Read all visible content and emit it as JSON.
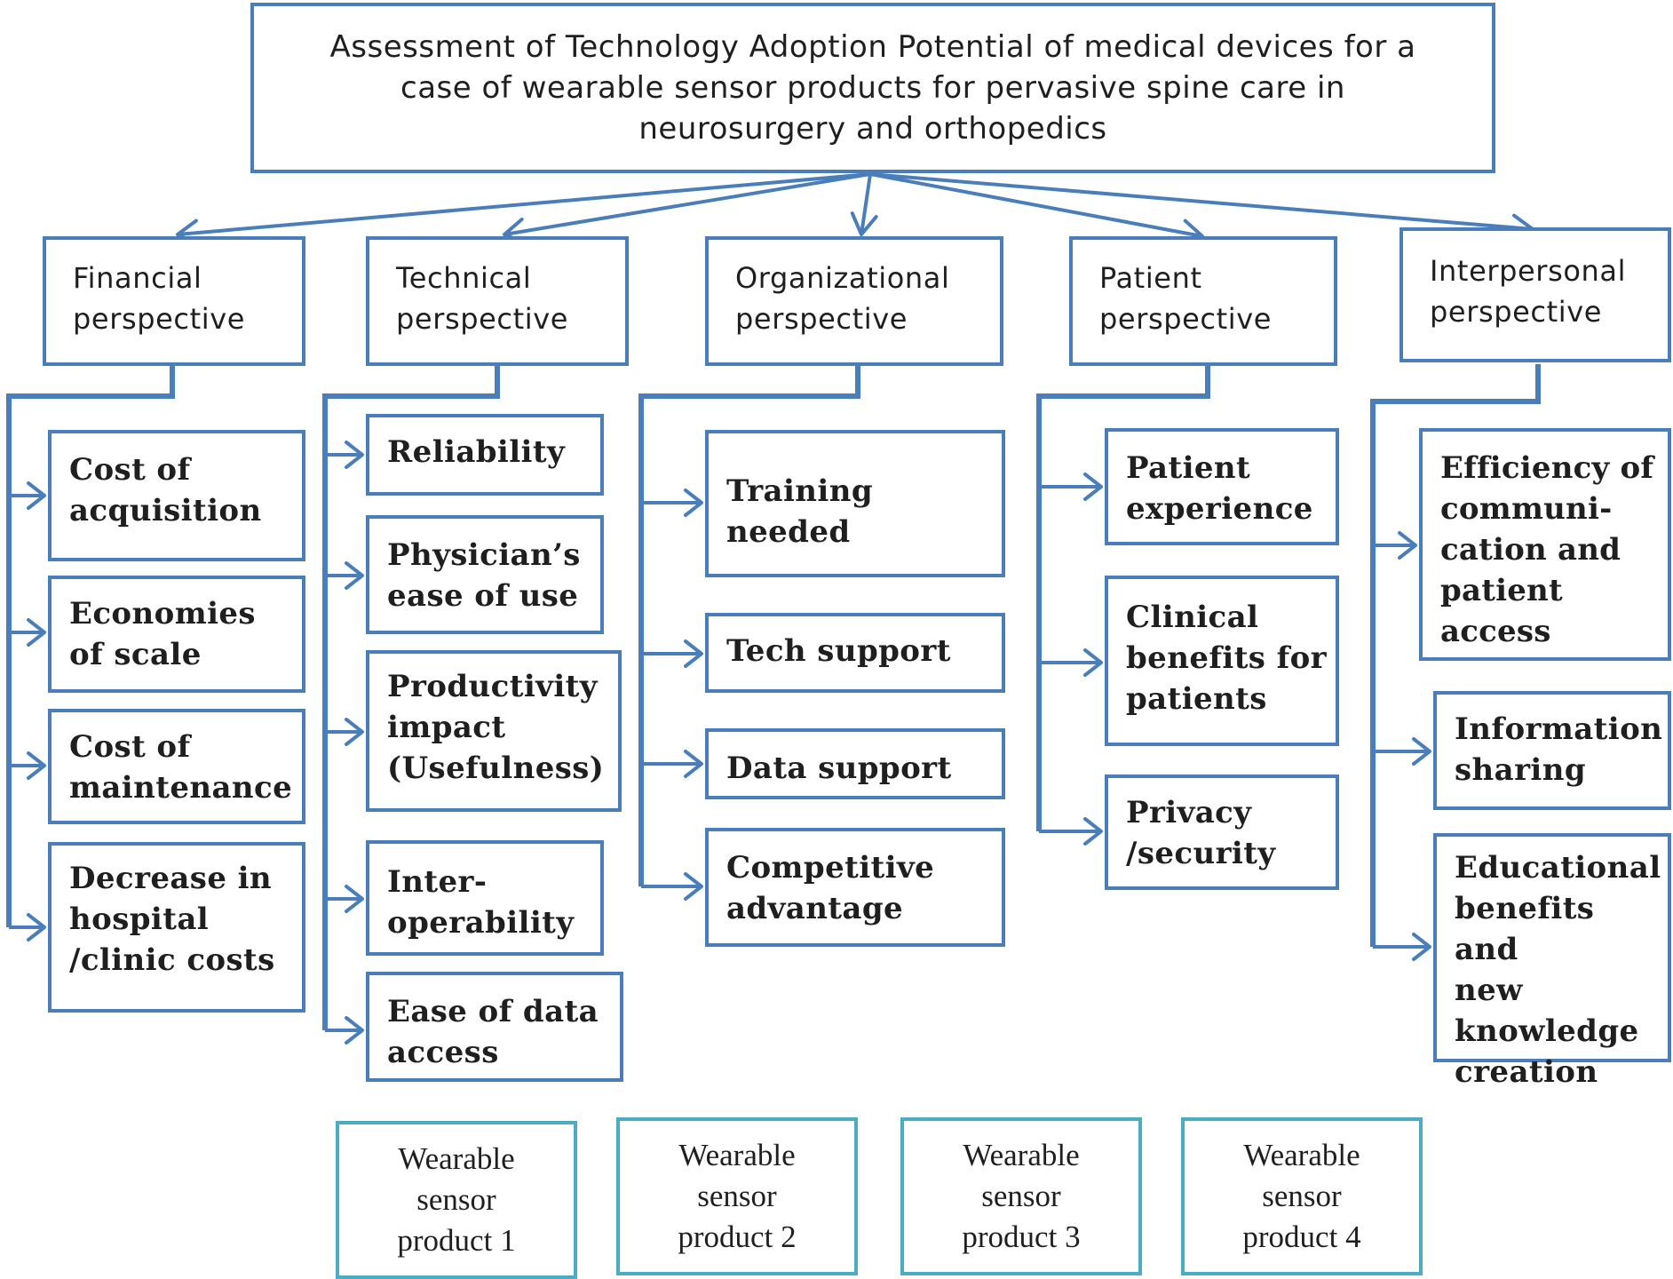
{
  "title": "Assessment of Technology Adoption Potential of medical devices for a\ncase of wearable sensor products for pervasive spine care in\nneurosurgery and orthopedics",
  "perspectives": [
    {
      "label": "Financial\nperspective",
      "criteria": [
        "Cost of\nacquisition",
        "Economies\nof scale",
        "Cost of\nmaintenance",
        "Decrease in\nhospital\n/clinic costs"
      ]
    },
    {
      "label": "Technical\nperspective",
      "criteria": [
        "Reliability",
        "Physician’s\nease of use",
        "Productivity\nimpact\n(Usefulness)",
        "Inter-\noperability",
        "Ease of data\naccess"
      ]
    },
    {
      "label": "Organizational\nperspective",
      "criteria": [
        "Training needed",
        "Tech support",
        "Data support",
        "Competitive\nadvantage"
      ]
    },
    {
      "label": "Patient\nperspective",
      "criteria": [
        "Patient\nexperience",
        "Clinical\nbenefits for\npatients",
        "Privacy\n/security"
      ]
    },
    {
      "label": "Interpersonal\nperspective",
      "criteria": [
        "Efficiency of\ncommuni-\ncation and\npatient\naccess",
        "Information\nsharing",
        "Educational\nbenefits and\nnew\nknowledge\ncreation"
      ]
    }
  ],
  "products": [
    "Wearable\nsensor\nproduct 1",
    "Wearable\nsensor\nproduct 2",
    "Wearable\nsensor\nproduct 3",
    "Wearable\nsensor\nproduct 4"
  ],
  "colors": {
    "box_border": "#4a7ebb",
    "product_border": "#4bacc6"
  }
}
